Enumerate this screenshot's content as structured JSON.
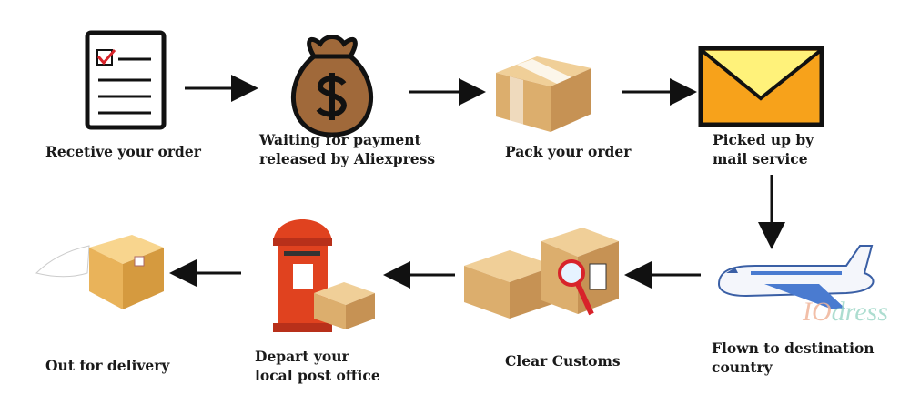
{
  "steps": [
    {
      "label_lines": [
        "Recetive your order"
      ],
      "icon": "checklist-icon"
    },
    {
      "label_lines": [
        "Waiting for payment",
        "released by Aliexpress"
      ],
      "icon": "money-bag-icon"
    },
    {
      "label_lines": [
        "Pack your order"
      ],
      "icon": "package-icon"
    },
    {
      "label_lines": [
        "Picked up by",
        "mail service"
      ],
      "icon": "envelope-icon"
    },
    {
      "label_lines": [
        "Flown to destination",
        "country"
      ],
      "icon": "airplane-icon"
    },
    {
      "label_lines": [
        "Clear Customs"
      ],
      "icon": "customs-boxes-icon"
    },
    {
      "label_lines": [
        "Depart your",
        "local post office"
      ],
      "icon": "post-box-icon"
    },
    {
      "label_lines": [
        "Out for delivery"
      ],
      "icon": "flying-box-icon"
    }
  ],
  "watermark": {
    "prefix": "IO",
    "rest": "dress"
  },
  "colors": {
    "arrow": "#111111",
    "envelope": "#f7a21b",
    "box": "#d9a865",
    "postbox": "#e0421f",
    "bag": "#a0693a"
  }
}
